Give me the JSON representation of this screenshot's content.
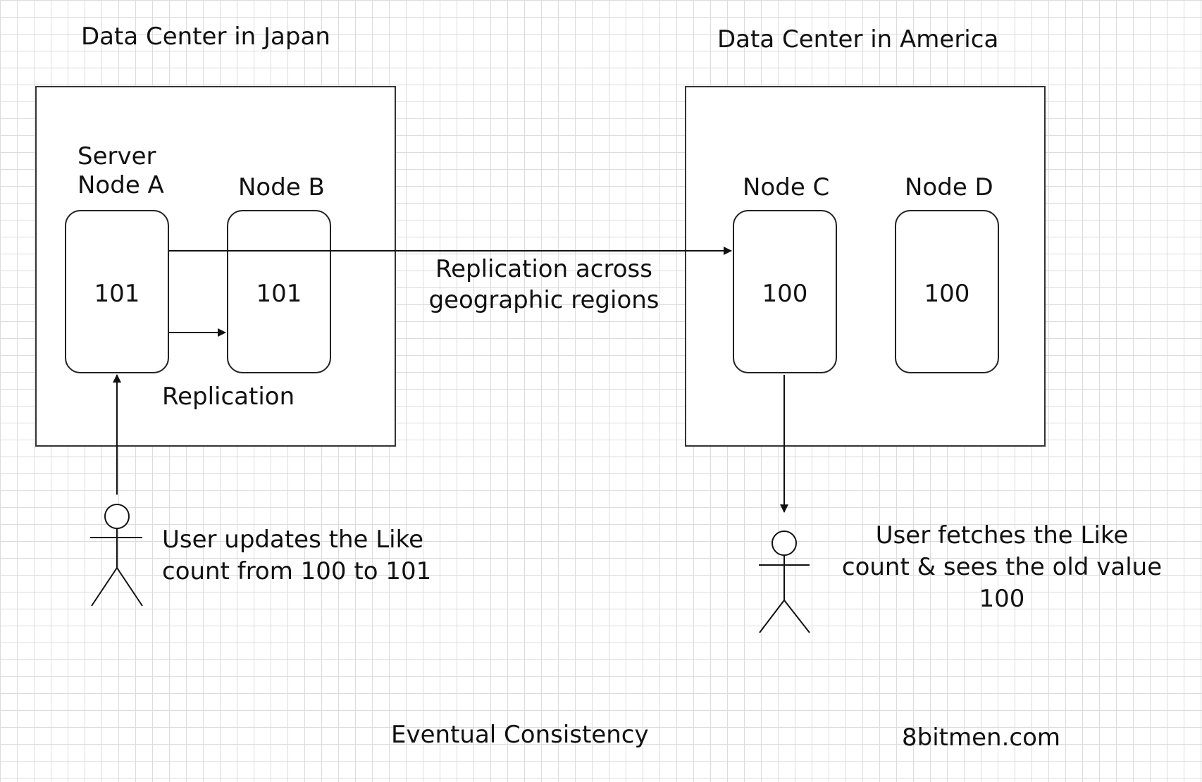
{
  "title": "Eventual Consistency",
  "watermark": "8bitmen.com",
  "japan": {
    "label": "Data Center in Japan",
    "replication_label": "Replication",
    "node_a": {
      "label_line1": "Server",
      "label_line2": "Node A",
      "value": "101"
    },
    "node_b": {
      "label": "Node B",
      "value": "101"
    }
  },
  "america": {
    "label": "Data Center in America",
    "node_c": {
      "label": "Node C",
      "value": "100"
    },
    "node_d": {
      "label": "Node D",
      "value": "100"
    }
  },
  "cross_region": {
    "line1": "Replication across",
    "line2": "geographic regions"
  },
  "user_left": {
    "line1": "User updates the Like",
    "line2": "count from 100 to 101"
  },
  "user_right": {
    "line1": "User fetches the Like",
    "line2": "count & sees the old value",
    "line3": "100"
  }
}
